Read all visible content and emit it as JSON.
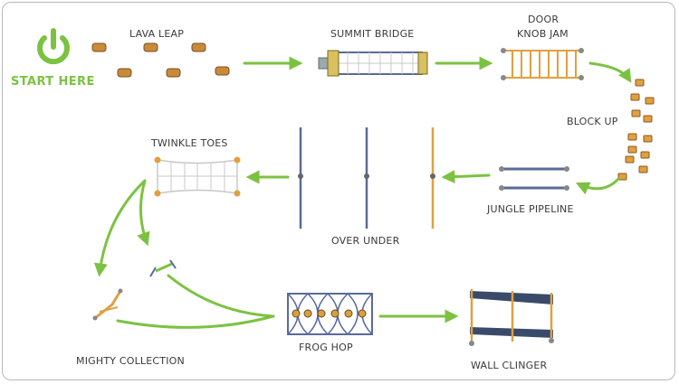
{
  "start": {
    "label": "START HERE",
    "icon": "power-icon"
  },
  "stations": {
    "lava_leap": "LAVA LEAP",
    "summit_bridge": "SUMMIT BRIDGE",
    "door_knob_jam_line1": "DOOR",
    "door_knob_jam_line2": "KNOB JAM",
    "block_up": "BLOCK UP",
    "jungle_pipeline": "JUNGLE PIPELINE",
    "over_under": "OVER UNDER",
    "twinkle_toes": "TWINKLE TOES",
    "mighty_collection": "MIGHTY COLLECTION",
    "frog_hop": "FROG HOP",
    "wall_clinger": "WALL CLINGER"
  },
  "colors": {
    "arrow": "#7cc242",
    "wood": "#e0a040",
    "steel": "#5a6a9a",
    "net": "#c8c8c8",
    "frame": "#b8b8b8"
  }
}
